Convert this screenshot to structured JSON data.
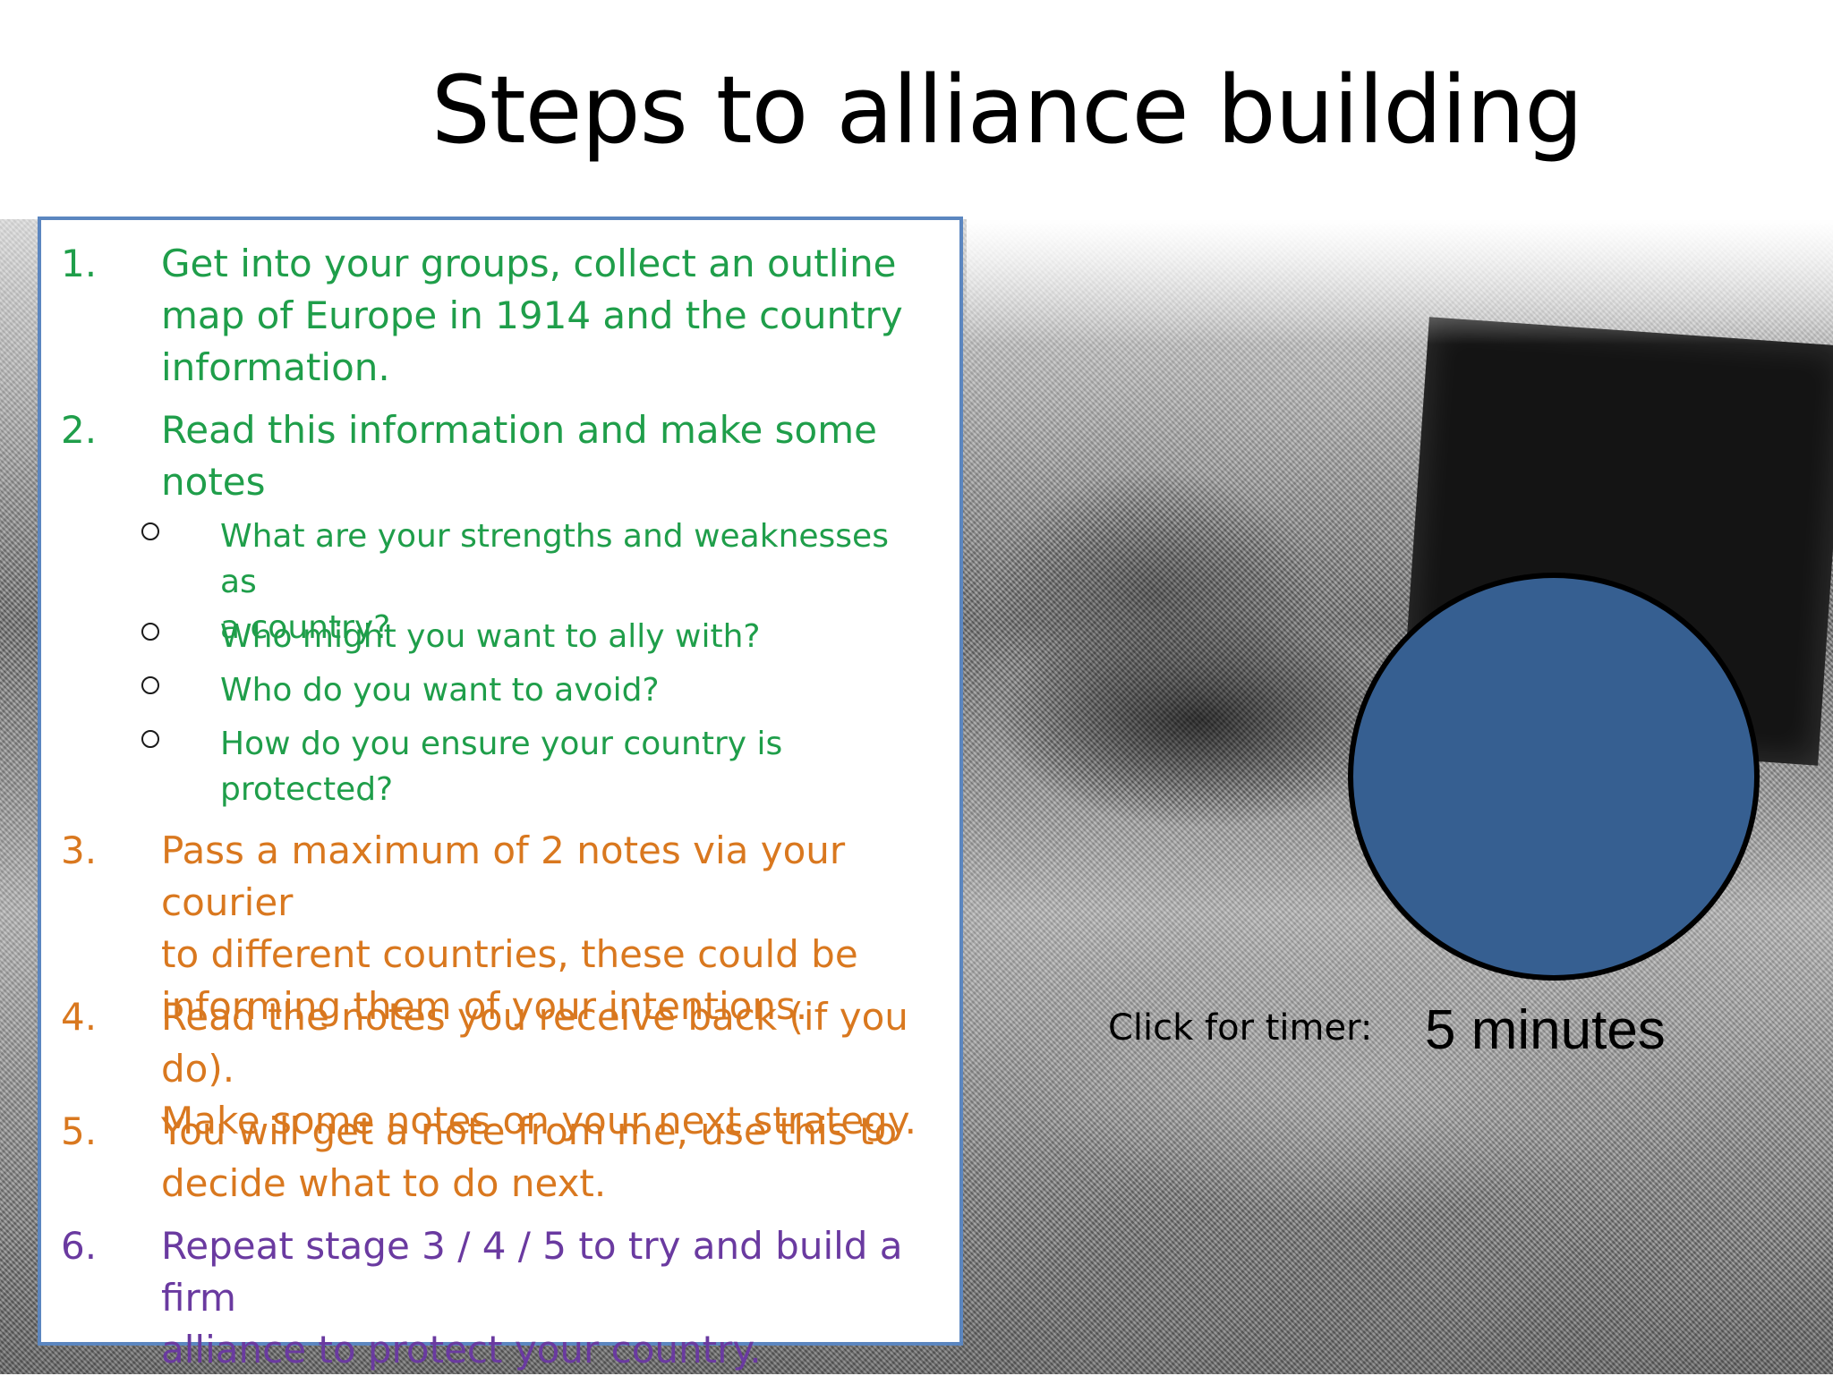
{
  "slide": {
    "title": "Steps to alliance building"
  },
  "steps": [
    {
      "num": "1.",
      "lines": [
        "Get into your groups, collect an outline",
        "map of Europe in 1914 and the country",
        "information."
      ]
    },
    {
      "num": "2.",
      "lines": [
        "Read this information and make some",
        "notes"
      ]
    },
    {
      "num": "3.",
      "lines": [
        "Pass a maximum of 2 notes via your courier",
        "to different countries, these could be",
        "informing them of your intentions."
      ]
    },
    {
      "num": "4.",
      "lines": [
        "Read the notes you receive back (if you do).",
        "Make some notes on your next strategy."
      ]
    },
    {
      "num": "5.",
      "lines": [
        "You will get a note from me, use this to",
        "decide what to do next."
      ]
    },
    {
      "num": "6.",
      "lines": [
        "Repeat stage 3 / 4 / 5 to try and build a firm",
        "alliance to protect your country."
      ]
    }
  ],
  "sub_points": [
    {
      "lines": [
        "What are your strengths and weaknesses as",
        "a country?"
      ]
    },
    {
      "lines": [
        "Who might you want to ally with?"
      ]
    },
    {
      "lines": [
        "Who do you want to avoid?"
      ]
    },
    {
      "lines": [
        "How do you ensure your country is",
        "protected?"
      ]
    }
  ],
  "timer": {
    "label": "Click for timer:",
    "value": "5 minutes"
  },
  "colors": {
    "green": "#1f9e4a",
    "orange": "#d9781f",
    "purple": "#6a3aa0",
    "timer_fill": "#365f91",
    "panel_border": "#5b86c0"
  }
}
